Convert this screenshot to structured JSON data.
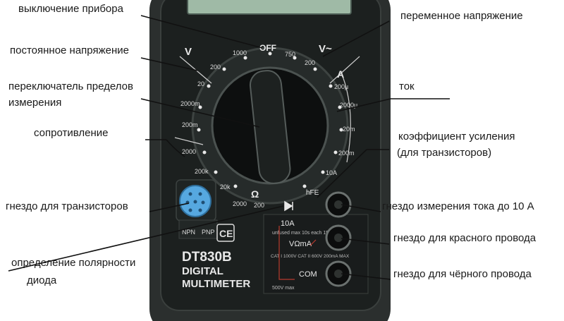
{
  "labels": {
    "power_off": "выключение прибора",
    "ac_voltage": "переменное напряжение",
    "dc_voltage": "постоянное напряжение",
    "range_switch_line1": "переключатель пределов",
    "range_switch_line2": "измерения",
    "current": "ток",
    "resistance": "сопротивление",
    "hfe_line1": "коэффициент усиления",
    "hfe_line2": "(для транзисторов)",
    "transistor_socket": "гнездо для транзисторов",
    "socket_10a": "гнездо измерения тока до 10 А",
    "socket_red": "гнездо для красного провода",
    "diode_line1": "определение полярности",
    "diode_line2": "диода",
    "socket_black": "гнездо для чёрного провода"
  },
  "device": {
    "model": "DT830B",
    "line1": "DIGITAL",
    "line2": "MULTIMETER",
    "ce": "CE",
    "off": "OFF",
    "v_dc": "V",
    "v_ac": "V~",
    "amp": "A",
    "ohm": "Ω",
    "hfe": "hFE",
    "npn": "NPN",
    "pnp": "PNP",
    "port_10a": "10A",
    "port_voma": "VΩmA",
    "port_com": "COM",
    "scale_dc": [
      "1000",
      "200",
      "20",
      "2000m",
      "200m"
    ],
    "scale_ohm": [
      "2000",
      "200k",
      "20k",
      "2000",
      "200"
    ],
    "scale_ac": [
      "750",
      "200"
    ],
    "scale_a": [
      "200μ",
      "2000μ",
      "20m",
      "200m",
      "10A"
    ],
    "warn_10a": "unfused max 10s each 15s",
    "warn_vomamax": "CAT I 1000V CAT II 600V 200mA MAX",
    "warn_com": "500V max"
  },
  "colors": {
    "body": "#2b2f2e",
    "panel": "#1c201f",
    "socket_blue": "#56a8e0",
    "display": "#9fbaa6"
  }
}
